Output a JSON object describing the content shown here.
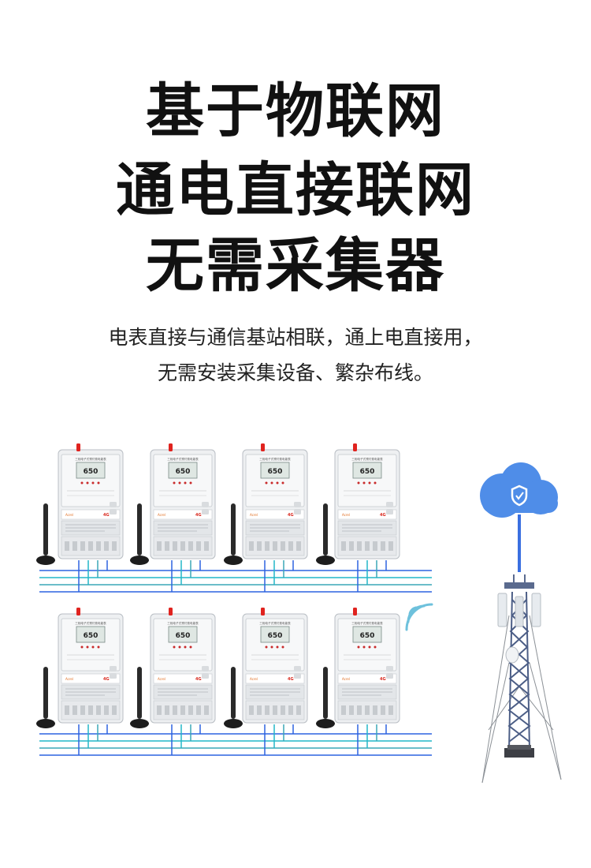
{
  "headline": {
    "line1": "基于物联网",
    "line2": "通电直接联网",
    "line3": "无需采集器"
  },
  "description": {
    "line1": "电表直接与通信基站相联，通上电直接用，",
    "line2": "无需安装采集设备、繁杂布线。"
  },
  "meter": {
    "display_value": "650",
    "brand": "Acrel",
    "network": "4G",
    "count": 8
  },
  "colors": {
    "cable_blue": "#2d63e0",
    "cable_cyan": "#22b7c8",
    "cable_teal": "#3aa7b7",
    "cloud": "#4f8de8",
    "antenna_red": "#e0231f"
  },
  "icons": {
    "cloud": "cloud-shield-icon",
    "tower": "cell-tower-icon",
    "signal": "wireless-signal-icon"
  }
}
